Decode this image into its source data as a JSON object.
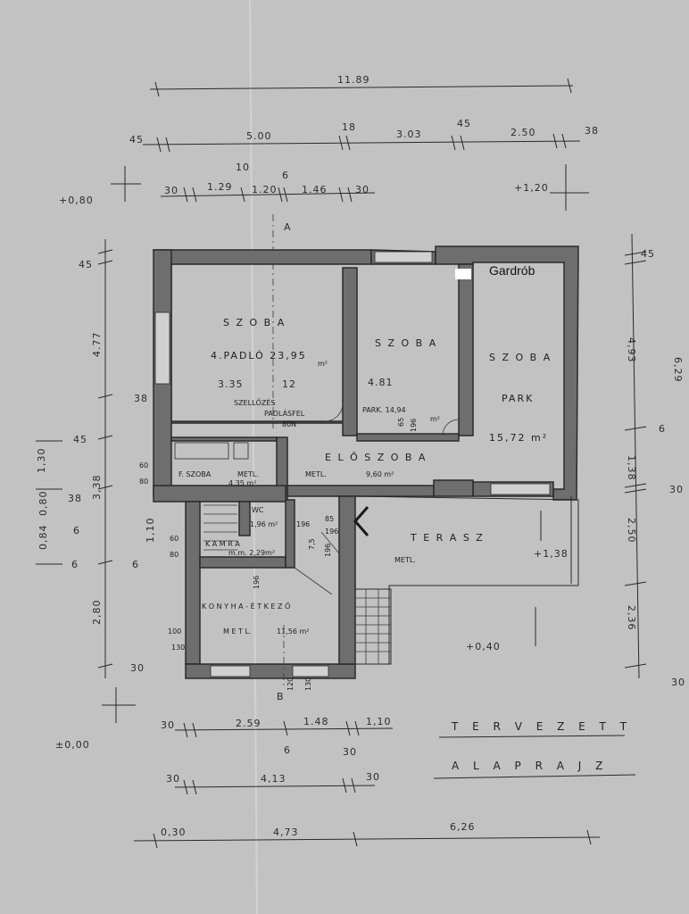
{
  "overall_dims": {
    "total_width": "11.89",
    "left_margin": "45",
    "w1": "5.00",
    "gap1": "18",
    "w2": "3.03",
    "gap2": "45",
    "w3": "2.50",
    "right_margin": "38",
    "sub_30a": "30",
    "sub_129": "1.29",
    "sub_10": "10",
    "sub_120": "1.20",
    "sub_6": "6",
    "sub_146": "1.46",
    "sub_30b": "30",
    "level_left": "+0,80",
    "level_right": "+1,20",
    "section_a": "A",
    "section_b": "B"
  },
  "left_dims": {
    "d45": "45",
    "d477": "4.77",
    "d38": "38",
    "d45b": "45",
    "d130": "1,30",
    "d338": "3,38",
    "d80": "0,80",
    "d38b": "38",
    "d084": "0,84",
    "d6a": "6",
    "d6b": "6",
    "d6c": "6",
    "d110": "1,10",
    "d280": "2,80",
    "d30": "30",
    "d60": "60",
    "d80b": "80",
    "d60b": "60",
    "d80c": "80",
    "d100": "100",
    "d130b": "130",
    "level_zero": "±0,00"
  },
  "right_dims": {
    "d45": "45",
    "d493": "4,93",
    "d629": "6,29",
    "d6": "6",
    "d138": "1,38",
    "d30": "30",
    "d250": "2,50",
    "d236": "2,36",
    "d30b": "30"
  },
  "rooms": {
    "r1_name": "S Z O B A",
    "r1_floor": "4.PADLÓ 23,95",
    "r1_unit": "m²",
    "r1_335": "3.35",
    "r1_12": "12",
    "r2_name": "S Z O B A",
    "r2_481": "4.81",
    "r2_floor": "PARK. 14,94",
    "r2_unit": "m²",
    "r2_65": "65",
    "r2_196": "196",
    "r3_name": "S Z O B A",
    "r3_floor": "PARK",
    "r3_area": "15,72 m²",
    "gardrob": "Gardrób",
    "vent": "SZELLŐZÉS",
    "vent2": "PADLÁSFEL",
    "vent3": "80N",
    "hall": "E L Ő S Z O B A",
    "hall_floor": "METL.",
    "hall_area": "9,60 m²",
    "fszoba": "F. SZOBA",
    "fszoba_floor": "METL.",
    "fszoba_area": "4,35 m²",
    "wc": "WC",
    "wc_area": "1,96 m²",
    "kamra": "K A M R A",
    "kamra_area": "m.m. 2,29m²",
    "kitchen": "K O N Y H A - É T K E Z Ő",
    "kitchen_floor": "M E T L.",
    "kitchen_area": "11,56 m²",
    "terrace": "T E R A S Z",
    "terrace_floor": "METL.",
    "terrace_level": "+1,38",
    "level_040": "+0,40",
    "d85": "85",
    "d196a": "196",
    "d196b": "196",
    "d75": "7,5",
    "d196c": "196",
    "d60": "60",
    "d10": "10",
    "d120": "120",
    "d130": "130",
    "d196d": "196"
  },
  "bottom_dims": {
    "b30a": "30",
    "b259": "2.59",
    "b148": "1.48",
    "b110": "1,10",
    "b6": "6",
    "b30b": "30",
    "b30c": "30",
    "b413": "4,13",
    "b30d": "30",
    "b030": "0,30",
    "b473": "4,73",
    "b626": "6,26"
  },
  "title": {
    "line1": "T E R V E Z E T T",
    "line2": "A L A P R A J Z"
  }
}
